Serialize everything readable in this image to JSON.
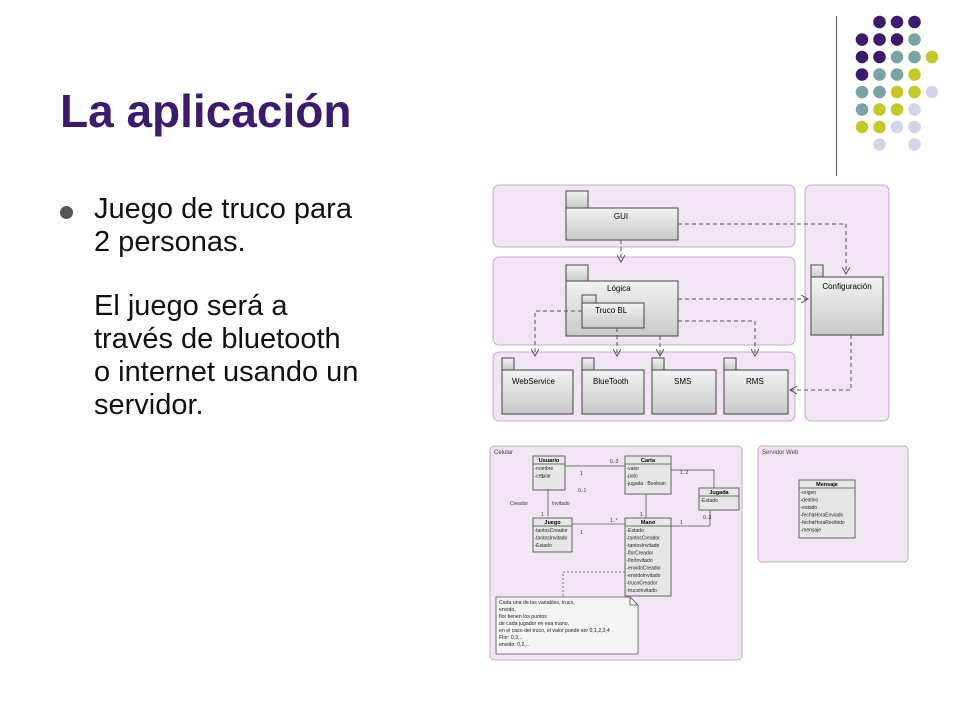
{
  "slide": {
    "title": "La aplicación",
    "bullet_line1": "Juego de truco para",
    "bullet_line2": "2 personas.",
    "bullet_line3": "El juego será a",
    "bullet_line4": "través de bluetooth",
    "bullet_line5": "o internet usando un",
    "bullet_line6": "servidor."
  },
  "decoration": {
    "colors": {
      "purple": "#3d1b6b",
      "teal": "#7aa3a5",
      "lime": "#c4c82a",
      "lavender": "#d6d5e8"
    }
  },
  "package_diagram": {
    "gui": "GUI",
    "logica": "Lógica",
    "truco_bl": "Truco BL",
    "configuracion": "Configuración",
    "webservice": "WebService",
    "bluetooth": "BlueTooth",
    "sms": "SMS",
    "rms": "RMS"
  },
  "class_diagram": {
    "celular_label": "Celular",
    "servidor_label": "Servidor Web",
    "usuario": {
      "name": "Usuario",
      "attrs": [
        "-nombre",
        "-celular"
      ]
    },
    "carta": {
      "name": "Carta",
      "attrs": [
        "-valor",
        "-palo",
        "-jugada : Boolean"
      ]
    },
    "jugada": {
      "name": "Jugada",
      "attrs": [
        "-Estado"
      ]
    },
    "juego": {
      "name": "Juego",
      "attrs": [
        "-tantosCreador",
        "-tantosInvitado",
        "-Estado"
      ]
    },
    "mano": {
      "name": "Mano",
      "attrs": [
        "-Estado",
        "-tantosCreador",
        "-tantosInvitado",
        "-florCreador",
        "-florInvitado",
        "-envidoCreador",
        "-envidoInvitado",
        "-trucoCreador",
        "-trucoInvitado"
      ]
    },
    "mensaje": {
      "name": "Mensaje",
      "attrs": [
        "-origen",
        "-destino",
        "-estado",
        "-fechaHoraEnviado",
        "-fechaHoraRecibido",
        "-mensaje"
      ]
    },
    "labels": {
      "m1": "0..3",
      "m2": "1",
      "m3": "1..2",
      "m4": "0..1",
      "m5": "1",
      "m6": "0..3",
      "m7": "1",
      "m8": "1..*",
      "m9": "1",
      "m10": "1",
      "m11": "1",
      "creador": "Creador",
      "invitado": "Invitado"
    },
    "note": [
      "Cada una de las variables, truco,",
      "envido,",
      "flor tienen los puntos",
      "de cada jugador en esa mano,",
      "en el caso del truco, el valor puede ser 0,1,2,3,4",
      "Flor: 0,3,..",
      "envido: 0,2,..."
    ]
  }
}
